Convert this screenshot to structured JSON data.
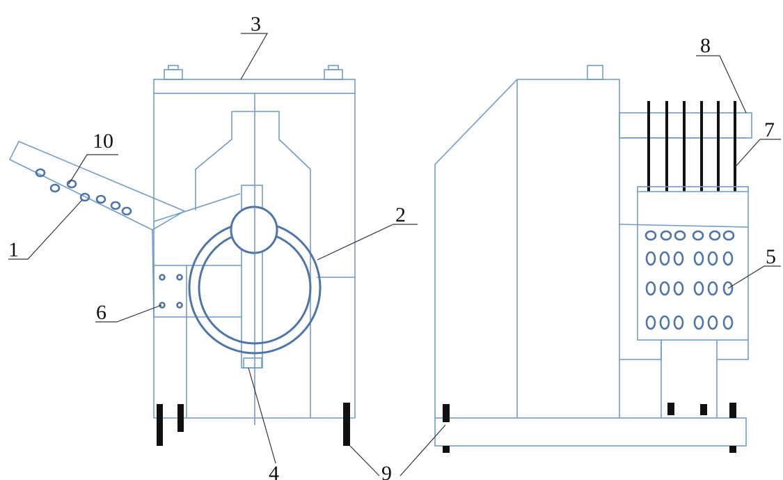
{
  "labels": {
    "l1": "1",
    "l2": "2",
    "l3": "3",
    "l4": "4",
    "l5": "5",
    "l6": "6",
    "l7": "7",
    "l8": "8",
    "l9": "9",
    "l10": "10"
  },
  "colors": {
    "outline": "#6f9bcd",
    "ring": "#4f74a8",
    "solid": "#111111"
  }
}
